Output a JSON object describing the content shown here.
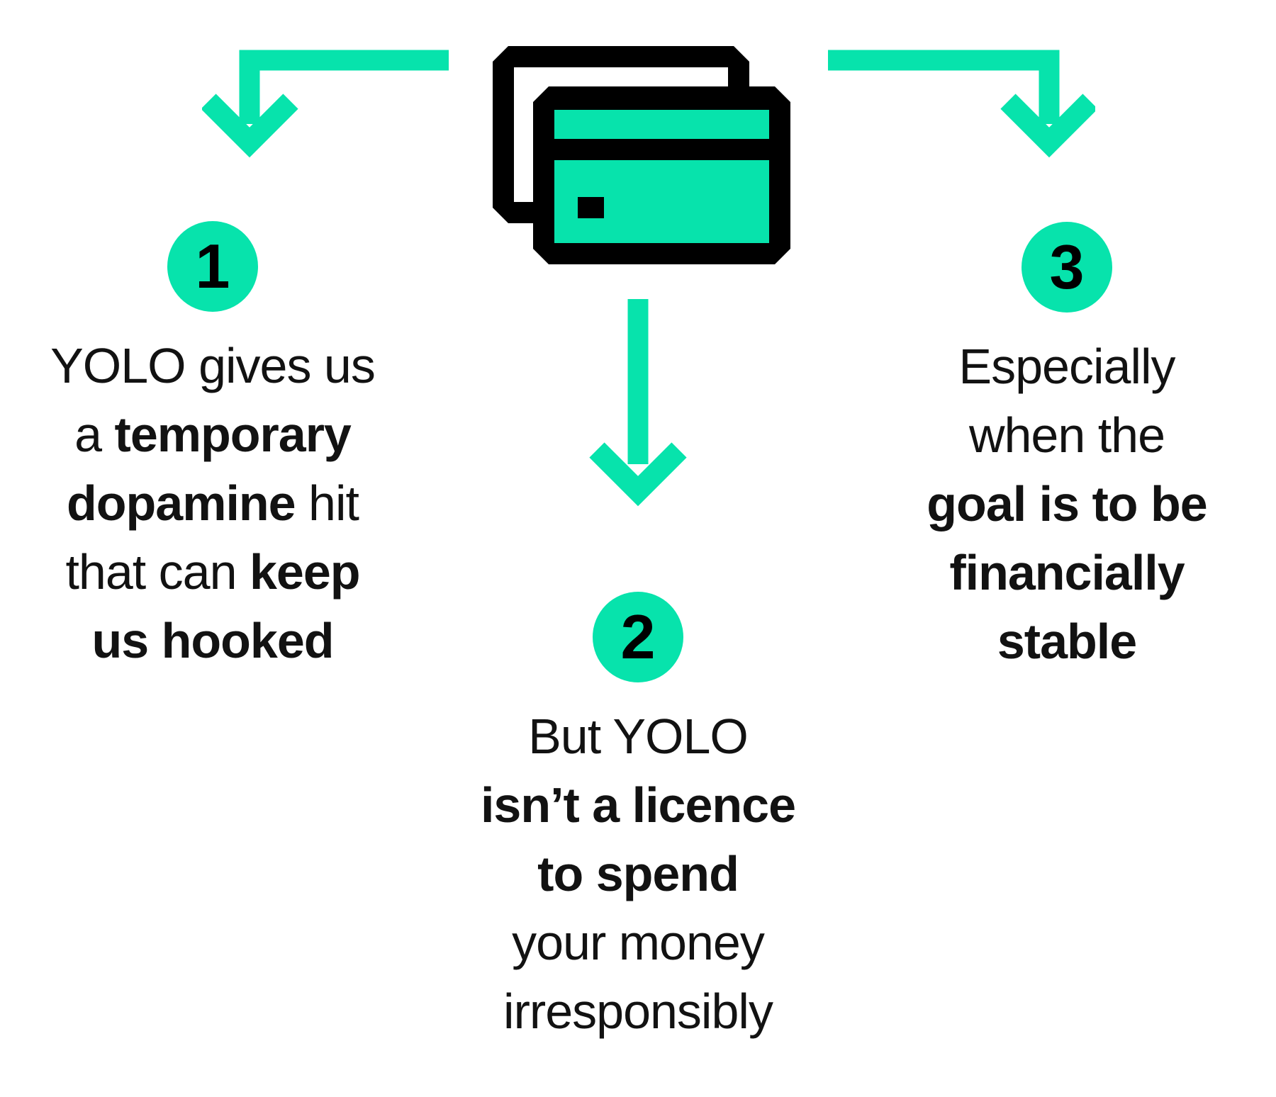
{
  "colors": {
    "green": "#07e3ac",
    "text": "#121212",
    "icon_black": "#000000",
    "background": "#ffffff"
  },
  "icons": {
    "center_icon": "credit-cards-icon",
    "left_arrow": "elbow-arrow-down-left-icon",
    "center_arrow": "arrow-down-icon",
    "right_arrow": "elbow-arrow-down-right-icon"
  },
  "steps": [
    {
      "number": "1",
      "lines": [
        [
          {
            "t": "YOLO gives us",
            "b": false
          }
        ],
        [
          {
            "t": "a ",
            "b": false
          },
          {
            "t": "temporary",
            "b": true
          }
        ],
        [
          {
            "t": "dopamine",
            "b": true
          },
          {
            "t": " hit",
            "b": false
          }
        ],
        [
          {
            "t": "that can ",
            "b": false
          },
          {
            "t": "keep",
            "b": true
          }
        ],
        [
          {
            "t": "us hooked",
            "b": true
          }
        ]
      ]
    },
    {
      "number": "2",
      "lines": [
        [
          {
            "t": "But YOLO",
            "b": false
          }
        ],
        [
          {
            "t": "isn’t a licence",
            "b": true
          }
        ],
        [
          {
            "t": "to spend",
            "b": true
          }
        ],
        [
          {
            "t": "your money",
            "b": false
          }
        ],
        [
          {
            "t": "irresponsibly",
            "b": false
          }
        ]
      ]
    },
    {
      "number": "3",
      "lines": [
        [
          {
            "t": "Especially",
            "b": false
          }
        ],
        [
          {
            "t": "when the",
            "b": false
          }
        ],
        [
          {
            "t": "goal is to be",
            "b": true
          }
        ],
        [
          {
            "t": "financially",
            "b": true
          }
        ],
        [
          {
            "t": "stable",
            "b": true
          }
        ]
      ]
    }
  ]
}
